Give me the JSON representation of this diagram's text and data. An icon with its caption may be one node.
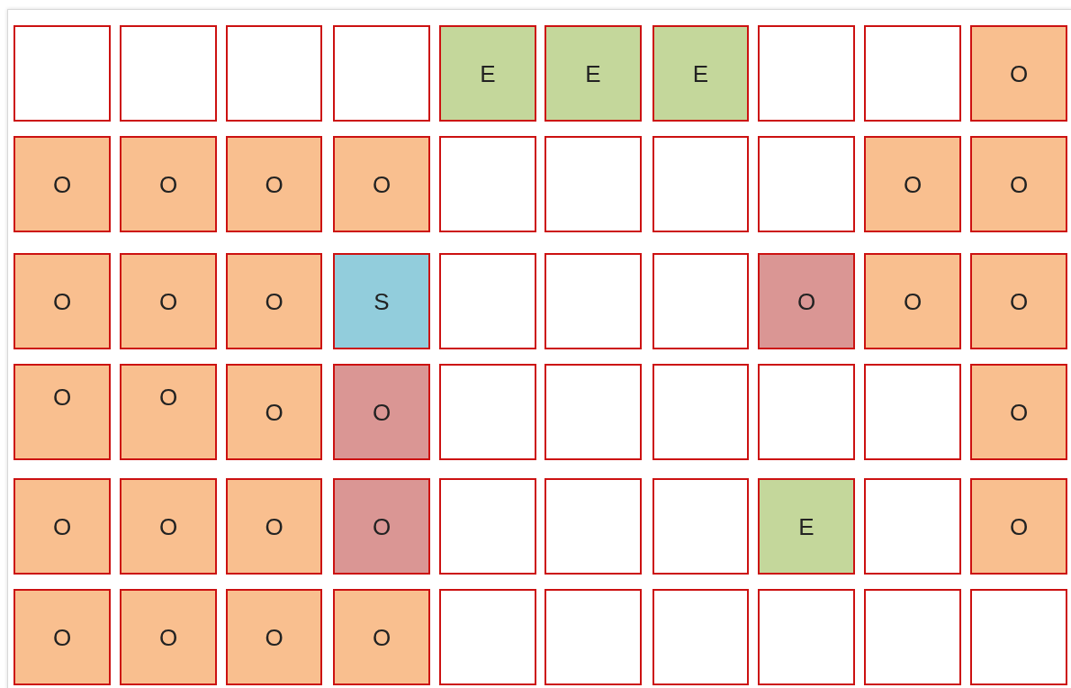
{
  "diagram": {
    "nodes": [
      {
        "text": [],
        "shape": "box"
      },
      {
        "text": [],
        "shape": "box"
      },
      {
        "text": [],
        "shape": "box"
      },
      {
        "text": [],
        "shape": "box"
      },
      {
        "text": [
          "E"
        ]
      },
      {
        "text": [
          "E"
        ]
      },
      {
        "text": [
          "E"
        ]
      },
      {
        "text": [],
        "shape": "box"
      },
      {
        "text": [],
        "shape": "box"
      },
      {
        "text": [
          "O"
        ]
      },
      {
        "text": [
          "O"
        ]
      },
      {
        "text": [
          "O"
        ]
      },
      {
        "text": [
          "O"
        ]
      },
      {
        "text": [
          "O"
        ]
      },
      {
        "text": [],
        "shape": "box"
      },
      {
        "text": [],
        "shape": "box"
      },
      {
        "text": [],
        "shape": "box"
      },
      {
        "text": [],
        "shape": "box"
      },
      {
        "text": [
          "O"
        ]
      },
      {
        "text": [
          "O"
        ]
      },
      {
        "text": [
          "O"
        ]
      },
      {
        "text": [
          "O"
        ]
      },
      {
        "text": [
          "O"
        ]
      },
      {
        "text": [
          "S"
        ]
      },
      {
        "text": [],
        "shape": "box"
      },
      {
        "text": [],
        "shape": "box"
      },
      {
        "text": [],
        "shape": "box"
      },
      {
        "text": [
          "O"
        ]
      },
      {
        "text": [
          "O"
        ]
      },
      {
        "text": [
          "O"
        ]
      },
      {
        "text": [
          "O"
        ]
      },
      {
        "text": [
          "O"
        ]
      },
      {
        "text": [
          "O"
        ]
      },
      {
        "text": [
          "O"
        ]
      },
      {
        "text": [],
        "shape": "box"
      },
      {
        "text": [],
        "shape": "box"
      },
      {
        "text": [],
        "shape": "box"
      },
      {
        "text": [],
        "shape": "box"
      },
      {
        "text": [],
        "shape": "box"
      },
      {
        "text": [
          "O"
        ]
      },
      {
        "text": [
          "O"
        ]
      },
      {
        "text": [
          "O"
        ]
      },
      {
        "text": [
          "O"
        ]
      },
      {
        "text": [
          "O"
        ]
      },
      {
        "text": [],
        "shape": "box"
      },
      {
        "text": [],
        "shape": "box"
      },
      {
        "text": [],
        "shape": "box"
      },
      {
        "text": [
          "E"
        ]
      },
      {
        "text": [],
        "shape": "box"
      },
      {
        "text": [
          "O"
        ]
      },
      {
        "text": [
          "O"
        ]
      },
      {
        "text": [
          "O"
        ]
      },
      {
        "text": [
          "O"
        ]
      },
      {
        "text": [
          "O"
        ]
      },
      {
        "text": [],
        "shape": "box"
      },
      {
        "text": [],
        "shape": "box"
      },
      {
        "text": [],
        "shape": "box"
      },
      {
        "text": [],
        "shape": "box"
      },
      {
        "text": [],
        "shape": "box"
      },
      {
        "text": [],
        "shape": "box"
      }
    ]
  }
}
